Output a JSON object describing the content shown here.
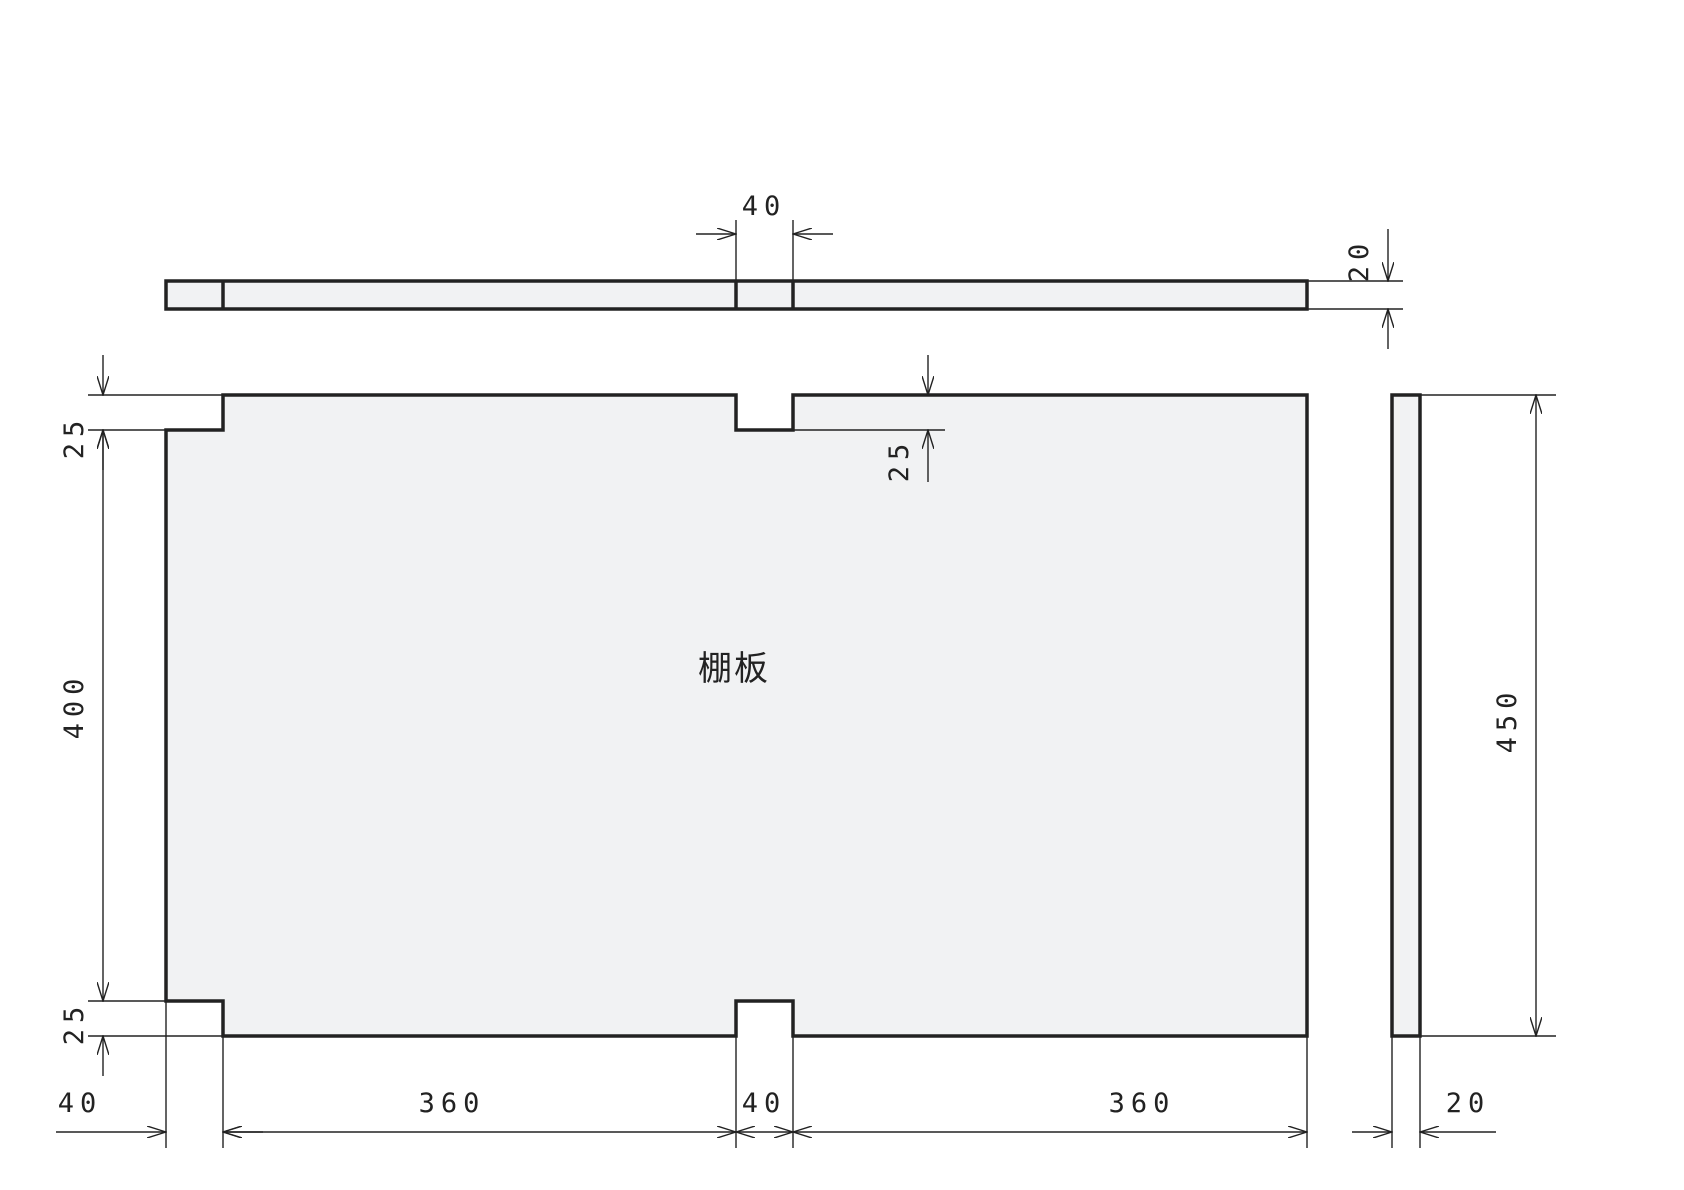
{
  "part_label": "棚板",
  "dimensions": {
    "top_slot_width": "40",
    "thickness_top_view": "20",
    "notch_depth_top_left": "25",
    "notch_depth_center": "25",
    "middle_height": "400",
    "notch_depth_bottom_left": "25",
    "total_depth": "450",
    "bottom_left_notch_width": "40",
    "bottom_left_span": "360",
    "bottom_center_slot": "40",
    "bottom_right_span": "360",
    "side_thickness": "20"
  },
  "colors": {
    "part_fill": "#f1f2f3",
    "line": "#222222"
  }
}
